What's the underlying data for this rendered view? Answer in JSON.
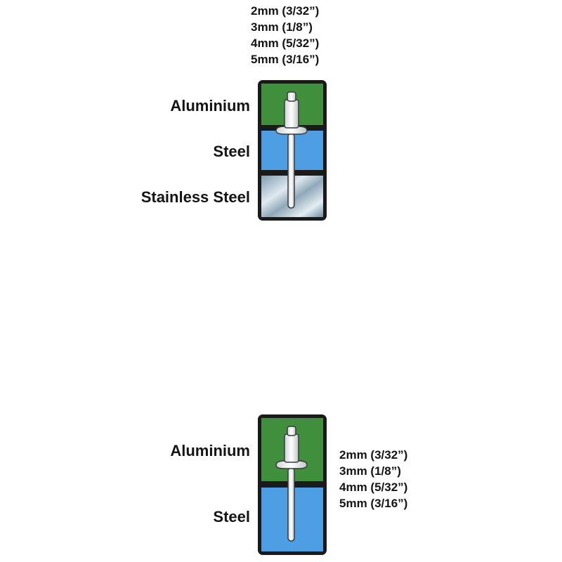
{
  "diagram_top": {
    "sizes": [
      "2mm (3/32”)",
      "3mm (1/8”)",
      "4mm (5/32”)",
      "5mm (3/16”)"
    ],
    "materials": [
      {
        "label": "Aluminium",
        "color": "#3f8f3d"
      },
      {
        "label": "Steel",
        "color": "#4d9ee3"
      },
      {
        "label": "Stainless Steel",
        "color": "#9eb8c8"
      }
    ]
  },
  "diagram_bottom": {
    "sizes": [
      "2mm (3/32”)",
      "3mm (1/8”)",
      "4mm (5/32”)",
      "5mm (3/16”)"
    ],
    "materials": [
      {
        "label": "Aluminium",
        "color": "#3f8f3d"
      },
      {
        "label": "Steel",
        "color": "#4d9ee3"
      }
    ]
  }
}
